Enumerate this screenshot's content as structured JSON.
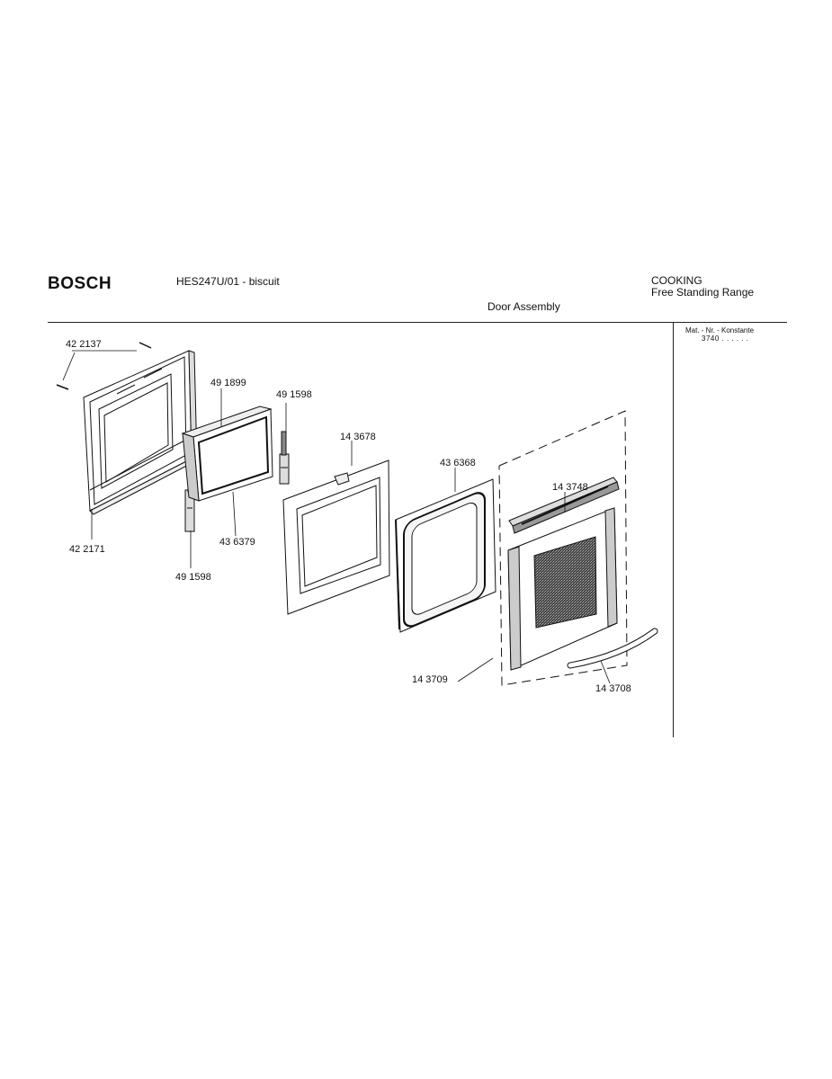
{
  "header": {
    "brand": "BOSCH",
    "model": "HES247U/01 - biscuit",
    "category_line1": "COOKING",
    "category_line2": "Free Standing Range",
    "title": "Door Assembly"
  },
  "side_panel": {
    "label": "Mat. - Nr. - Konstante",
    "value": "3740 . .  . . . ."
  },
  "parts": [
    {
      "id": "p1",
      "number": "42 2137"
    },
    {
      "id": "p2",
      "number": "42 2171"
    },
    {
      "id": "p3",
      "number": "49 1899"
    },
    {
      "id": "p4",
      "number": "49 1598"
    },
    {
      "id": "p5",
      "number": "43 6379"
    },
    {
      "id": "p6",
      "number": "49 1598"
    },
    {
      "id": "p7",
      "number": "14 3678"
    },
    {
      "id": "p8",
      "number": "43 6368"
    },
    {
      "id": "p9",
      "number": "14 3748"
    },
    {
      "id": "p10",
      "number": "14 3709"
    },
    {
      "id": "p11",
      "number": "14 3708"
    }
  ]
}
